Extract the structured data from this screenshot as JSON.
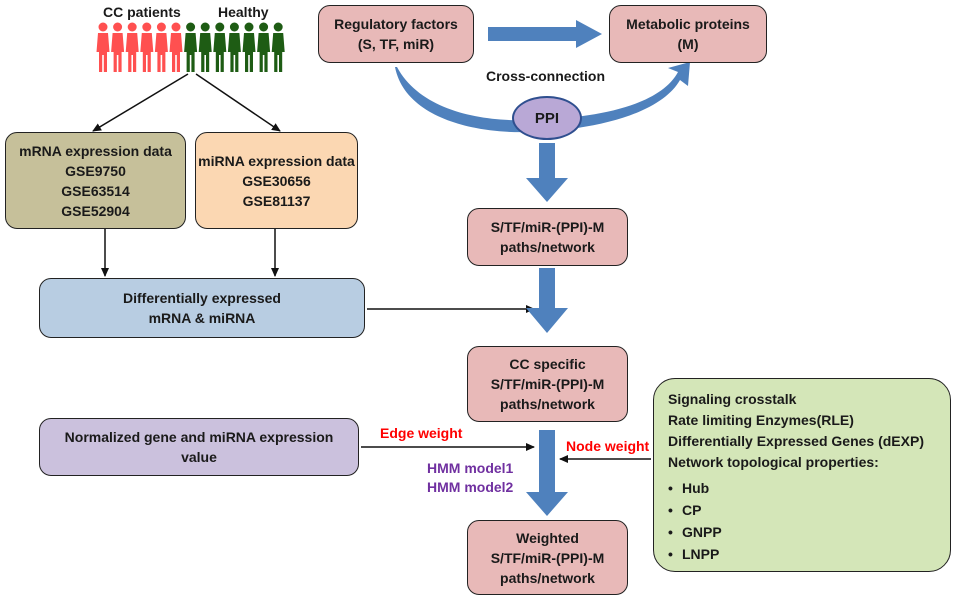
{
  "people": {
    "cc_label": "CC patients",
    "healthy_label": "Healthy",
    "cc_color": "#ff5050",
    "healthy_color": "#1e5c14",
    "icon": "person-icon"
  },
  "boxes": {
    "regulatory": [
      "Regulatory factors",
      "(S, TF, miR)"
    ],
    "metabolic": [
      "Metabolic proteins",
      "(M)"
    ],
    "ppi": "PPI",
    "mrna": [
      "mRNA expression data",
      "GSE9750",
      "GSE63514",
      "GSE52904"
    ],
    "mirna": [
      "miRNA expression data",
      "GSE30656",
      "GSE81137"
    ],
    "paths": [
      "S/TF/miR-(PPI)-M",
      "paths/network"
    ],
    "diff": [
      "Differentially expressed",
      "mRNA & miRNA"
    ],
    "cc_specific": [
      "CC specific",
      "S/TF/miR-(PPI)-M",
      "paths/network"
    ],
    "normalized": [
      "Normalized gene and miRNA expression",
      "value"
    ],
    "weighted": [
      "Weighted",
      "S/TF/miR-(PPI)-M",
      "paths/network"
    ]
  },
  "labels": {
    "cross_connection": "Cross-connection",
    "edge_weight": "Edge weight",
    "node_weight": "Node weight",
    "hmm1": "HMM model1",
    "hmm2": "HMM model2"
  },
  "properties": {
    "lines": [
      "Signaling crosstalk",
      "Rate limiting Enzymes(RLE)",
      "Differentially Expressed Genes (dEXP)",
      "Network topological properties:"
    ],
    "bullets": [
      "Hub",
      "CP",
      "GNPP",
      "LNPP"
    ]
  },
  "colors": {
    "pink": "#e8b9b8",
    "olive": "#c6c09a",
    "peach": "#fbd7b2",
    "blue": "#b8cde2",
    "lavender": "#cbc1dd",
    "green": "#d4e6b8",
    "arrow_blue": "#4f81bd",
    "ppi_fill": "#b9a8d6"
  }
}
